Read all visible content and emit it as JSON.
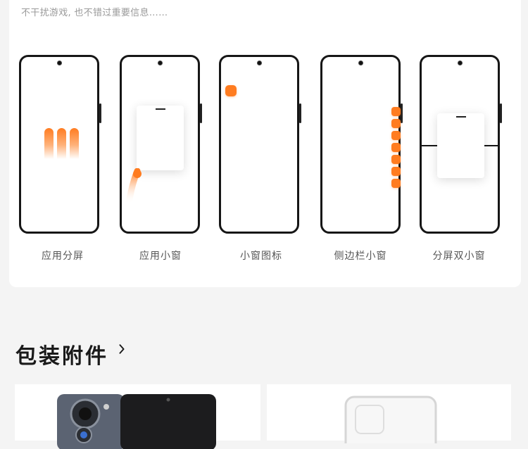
{
  "intro_text": "不干扰游戏, 也不错过重要信息……",
  "modes": [
    {
      "label": "应用分屏"
    },
    {
      "label": "应用小窗"
    },
    {
      "label": "小窗图标"
    },
    {
      "label": "侧边栏小窗"
    },
    {
      "label": "分屏双小窗"
    }
  ],
  "accessories": {
    "title": "包装附件"
  },
  "colors": {
    "accent": "#ff7c20",
    "frame": "#161616"
  }
}
